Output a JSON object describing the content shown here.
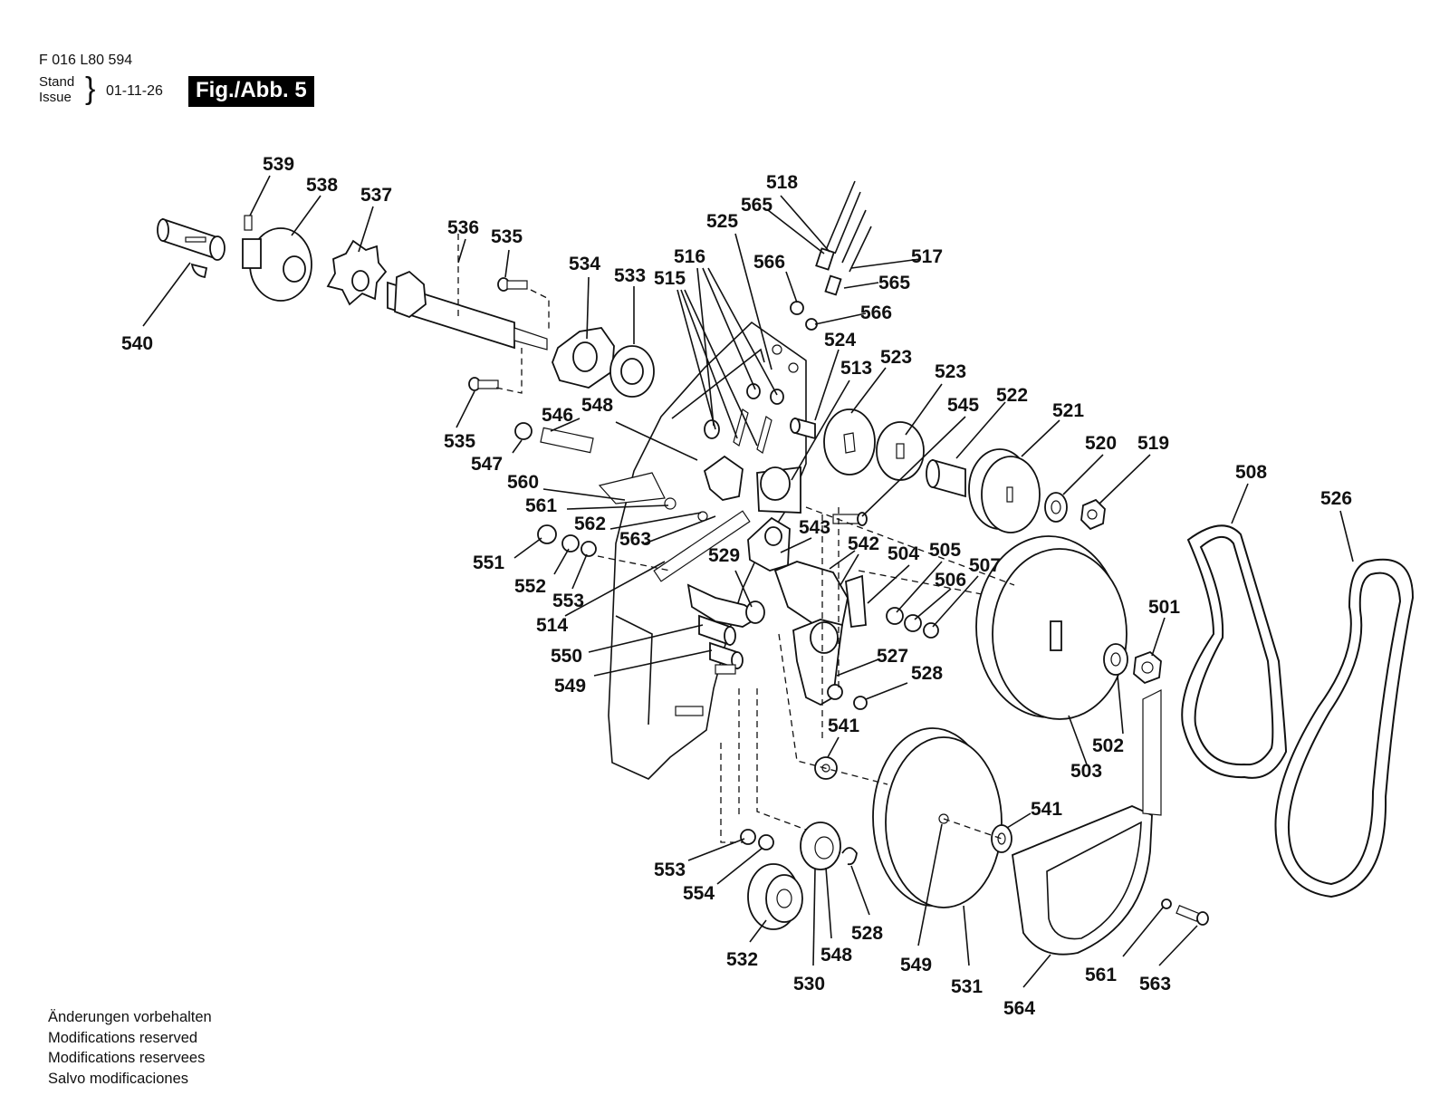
{
  "header": {
    "doc_number": "F 016 L80 594",
    "stand_label": "Stand",
    "issue_label": "Issue",
    "date": "01-11-26",
    "figure": "Fig./Abb. 5"
  },
  "footer": [
    "Änderungen vorbehalten",
    "Modifications reserved",
    "Modifications reservees",
    "Salvo modificaciones"
  ],
  "part_labels": {
    "p501": "501",
    "p502": "502",
    "p503": "503",
    "p504": "504",
    "p505": "505",
    "p506": "506",
    "p507": "507",
    "p508": "508",
    "p513": "513",
    "p514": "514",
    "p515": "515",
    "p516": "516",
    "p517": "517",
    "p518": "518",
    "p519": "519",
    "p520": "520",
    "p521": "521",
    "p522": "522",
    "p523a": "523",
    "p523b": "523",
    "p524": "524",
    "p525": "525",
    "p526": "526",
    "p527": "527",
    "p528a": "528",
    "p528b": "528",
    "p529": "529",
    "p530": "530",
    "p531": "531",
    "p532": "532",
    "p533": "533",
    "p534": "534",
    "p535a": "535",
    "p535b": "535",
    "p536": "536",
    "p537": "537",
    "p538": "538",
    "p539": "539",
    "p540": "540",
    "p541a": "541",
    "p541b": "541",
    "p542": "542",
    "p543": "543",
    "p545": "545",
    "p546": "546",
    "p547": "547",
    "p548a": "548",
    "p548b": "548",
    "p549a": "549",
    "p549b": "549",
    "p550": "550",
    "p551": "551",
    "p552": "552",
    "p553a": "553",
    "p553b": "553",
    "p554": "554",
    "p560": "560",
    "p561a": "561",
    "p561b": "561",
    "p562": "562",
    "p563a": "563",
    "p563b": "563",
    "p564": "564",
    "p565a": "565",
    "p565b": "565",
    "p566a": "566",
    "p566b": "566"
  }
}
